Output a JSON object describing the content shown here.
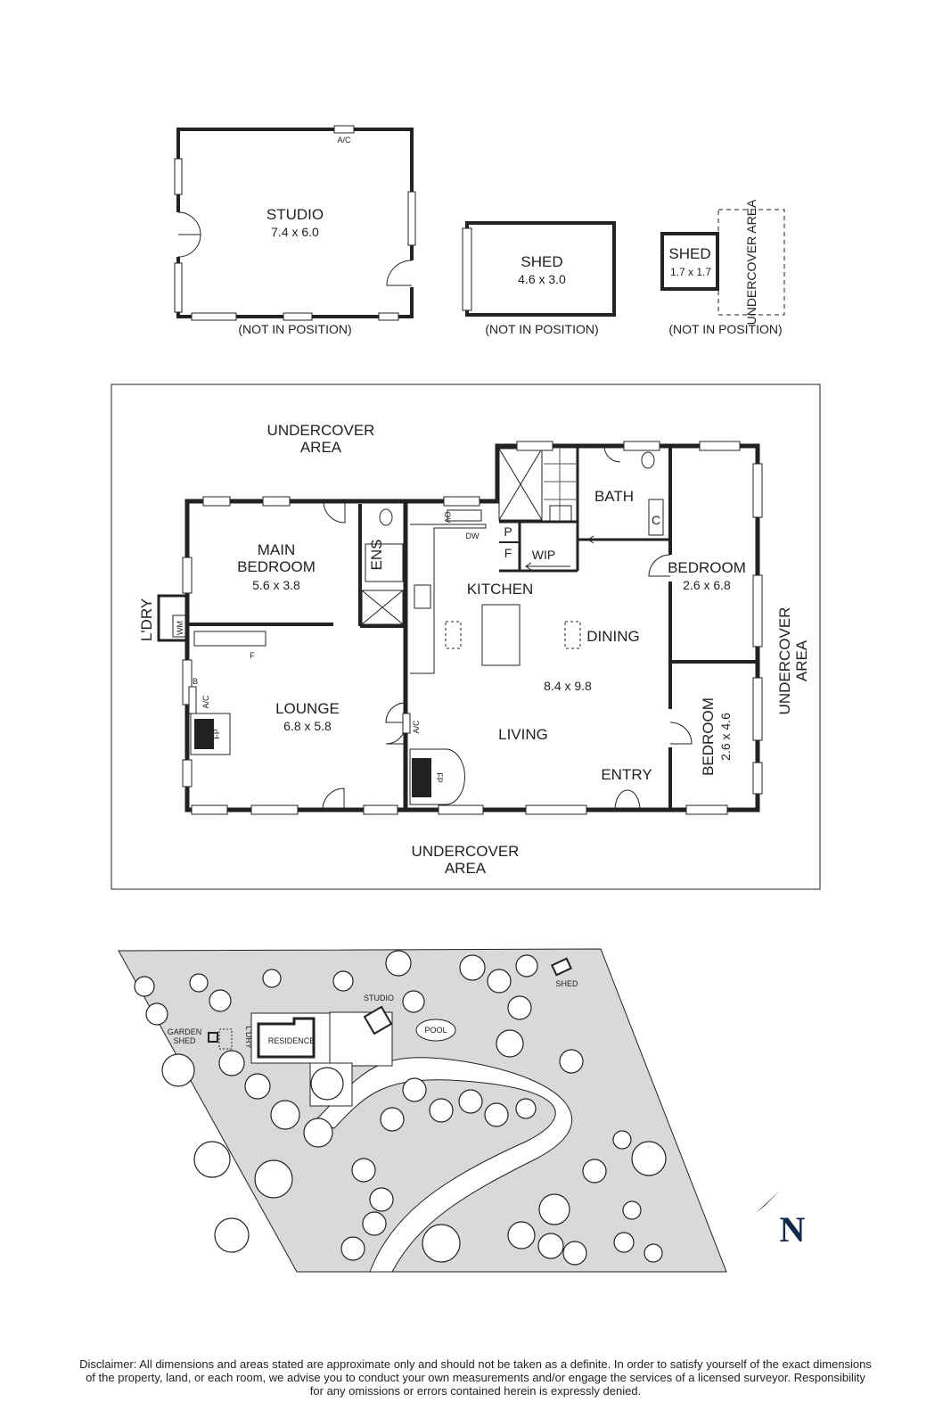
{
  "outbuildings": {
    "studio": {
      "name": "STUDIO",
      "dims": "7.4 x 6.0",
      "ac": "A/C",
      "note": "(NOT IN POSITION)"
    },
    "shed": {
      "name": "SHED",
      "dims": "4.6 x 3.0",
      "note": "(NOT IN POSITION)"
    },
    "small_shed": {
      "name": "SHED",
      "dims": "1.7 x 1.7",
      "undercover": "UNDERCOVER AREA",
      "note": "(NOT IN POSITION)"
    }
  },
  "residence": {
    "undercover_top": [
      "UNDERCOVER",
      "AREA"
    ],
    "undercover_bottom": [
      "UNDERCOVER",
      "AREA"
    ],
    "undercover_right": [
      "UNDERCOVER",
      "AREA"
    ],
    "laundry": "L'DRY",
    "wm": "WM",
    "main_bedroom": {
      "name1": "MAIN",
      "name2": "BEDROOM",
      "dims": "5.6 x 3.8"
    },
    "ensuite": "ENS",
    "lounge": {
      "name": "LOUNGE",
      "dims": "6.8 x 5.8"
    },
    "kitchen": "KITCHEN",
    "dining": "DINING",
    "living": {
      "name": "LIVING",
      "dims": "8.4 x 9.8"
    },
    "entry": "ENTRY",
    "bath": "BATH",
    "wip": "WIP",
    "bedroom_2": {
      "name": "BEDROOM",
      "dims": "2.6 x 6.8"
    },
    "bedroom_3": {
      "name": "BEDROOM",
      "dims": "2.6 x 4.6"
    },
    "symbols": {
      "dw": "DW",
      "ov": "OV",
      "f": "F",
      "p": "P",
      "c": "C",
      "b": "B",
      "ac": "A/C",
      "fp": "FP"
    }
  },
  "site": {
    "studio": "STUDIO",
    "shed": "SHED",
    "garden_shed1": "GARDEN",
    "garden_shed2": "SHED",
    "laundry": "L'DRY",
    "residence": "RESIDENCE",
    "pool": "POOL",
    "north": "N"
  },
  "disclaimer": [
    "Disclaimer: All dimensions and areas stated are approximate only and should not be taken as a definite. In order to satisfy yourself of the exact dimensions",
    "of the property, land, or each room, we advise you to conduct your own measurements and/or engage the services of a licensed surveyor. Responsibility",
    "for any omissions or errors contained herein is expressly denied."
  ]
}
